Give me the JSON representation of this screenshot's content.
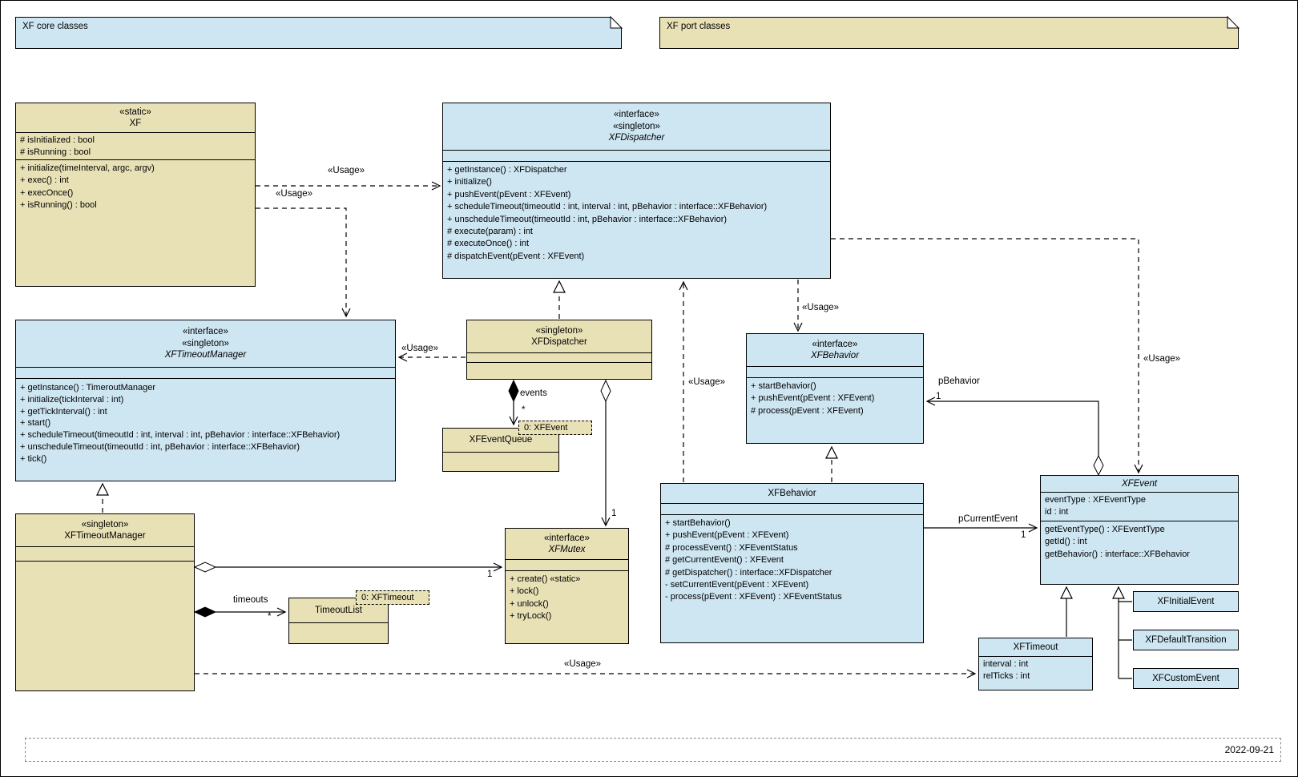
{
  "diagram": {
    "date": "2022-09-21"
  },
  "notes": {
    "core": {
      "text": "XF core classes"
    },
    "port": {
      "text": "XF port classes"
    }
  },
  "colors": {
    "core_fill": "#cde6f2",
    "port_fill": "#e9e1b6",
    "line": "#000000",
    "background": "#ffffff"
  },
  "labels": {
    "usage": "«Usage»",
    "events": "events",
    "timeouts": "timeouts",
    "pbehavior": "pBehavior",
    "pcurrentevent": "pCurrentEvent",
    "many": "*",
    "one": "1"
  },
  "objects": {
    "xfevent_instance": "0: XFEvent",
    "xftimeout_instance": "0: XFTimeout"
  },
  "classes": {
    "xf": {
      "stereotypes": [
        "«static»"
      ],
      "name": "XF",
      "attributes": [
        "# isInitialized : bool",
        "# isRunning : bool"
      ],
      "operations": [
        "+ initialize(timeInterval, argc, argv)",
        "+ exec() : int",
        "+ execOnce()",
        "+ isRunning() : bool"
      ]
    },
    "xfdispatcher_interface": {
      "stereotypes": [
        "«interface»",
        "«singleton»"
      ],
      "name": "XFDispatcher",
      "operations": [
        "+ getInstance() : XFDispatcher",
        "+ initialize()",
        "+ pushEvent(pEvent : XFEvent)",
        "+ scheduleTimeout(timeoutId : int, interval : int, pBehavior : interface::XFBehavior)",
        "+ unscheduleTimeout(timeoutId : int, pBehavior : interface::XFBehavior)",
        "# execute(param) : int",
        "# executeOnce() : int",
        "# dispatchEvent(pEvent : XFEvent)"
      ]
    },
    "xftimeoutmanager_interface": {
      "stereotypes": [
        "«interface»",
        "«singleton»"
      ],
      "name": "XFTimeoutManager",
      "operations": [
        "+ getInstance() : TimeroutManager",
        "+ initialize(tickInterval : int)",
        "+ getTickInterval() : int",
        "+ start()",
        "+ scheduleTimeout(timeoutId : int, interval : int, pBehavior : interface::XFBehavior)",
        "+ unscheduleTimeout(timeoutId : int, pBehavior : interface::XFBehavior)",
        "+ tick()"
      ]
    },
    "xfdispatcher_singleton": {
      "stereotypes": [
        "«singleton»"
      ],
      "name": "XFDispatcher"
    },
    "xfeventqueue": {
      "name": "XFEventQueue"
    },
    "xfbehavior_interface": {
      "stereotypes": [
        "«interface»"
      ],
      "name": "XFBehavior",
      "operations": [
        "+ startBehavior()",
        "+ pushEvent(pEvent : XFEvent)",
        "# process(pEvent : XFEvent)"
      ]
    },
    "xfbehavior": {
      "name": "XFBehavior",
      "operations": [
        "+ startBehavior()",
        "+ pushEvent(pEvent : XFEvent)",
        "# processEvent() : XFEventStatus",
        "# getCurrentEvent() : XFEvent",
        "# getDispatcher() : interface::XFDispatcher",
        "- setCurrentEvent(pEvent : XFEvent)",
        "- process(pEvent : XFEvent) : XFEventStatus"
      ]
    },
    "xfevent": {
      "name": "XFEvent",
      "attributes": [
        "eventType : XFEventType",
        "id : int"
      ],
      "operations": [
        "getEventType() : XFEventType",
        "getId() : int",
        "getBehavior() : interface::XFBehavior"
      ]
    },
    "xfmutex": {
      "stereotypes": [
        "«interface»"
      ],
      "name": "XFMutex",
      "operations": [
        "+ create() «static»",
        "+ lock()",
        "+ unlock()",
        "+ tryLock()"
      ]
    },
    "xftimeoutmanager_singleton": {
      "stereotypes": [
        "«singleton»"
      ],
      "name": "XFTimeoutManager"
    },
    "timeoutlist": {
      "name": "TimeoutList"
    },
    "xftimeout": {
      "name": "XFTimeout",
      "attributes": [
        "interval : int",
        "relTicks : int"
      ]
    },
    "xfinitialevent": {
      "name": "XFInitialEvent"
    },
    "xfdefaulttransition": {
      "name": "XFDefaultTransition"
    },
    "xfcustomevent": {
      "name": "XFCustomEvent"
    }
  }
}
